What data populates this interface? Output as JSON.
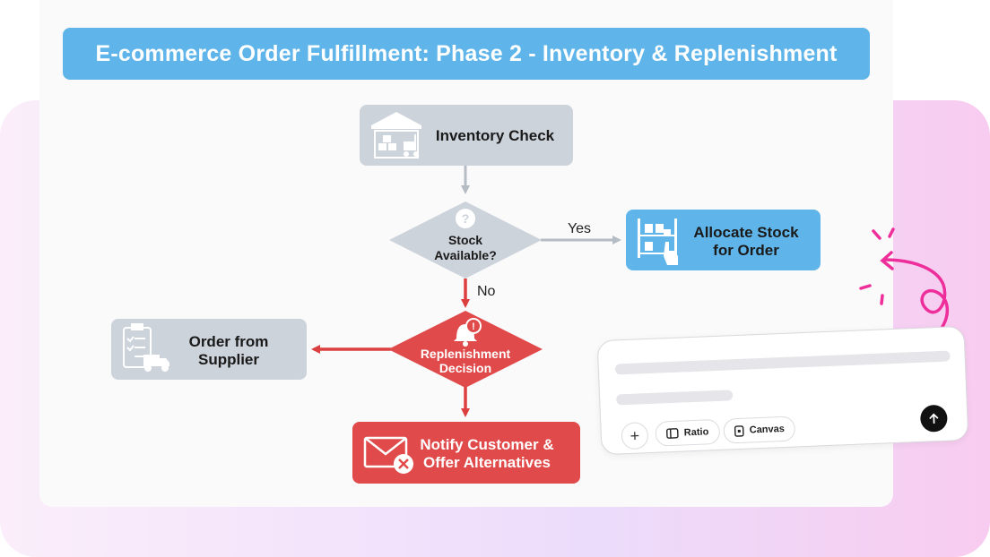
{
  "title": "E-commerce Order Fulfillment: Phase 2 - Inventory & Replenishment",
  "nodes": {
    "inventory_check": "Inventory Check",
    "decision_line1": "Stock",
    "decision_line2": "Available?",
    "allocate_line1": "Allocate Stock",
    "allocate_line2": "for Order",
    "replenish_line1": "Replenishment",
    "replenish_line2": "Decision",
    "order_line1": "Order from",
    "order_line2": "Supplier",
    "notify_line1": "Notify Customer &",
    "notify_line2": "Offer Alternatives"
  },
  "edges": {
    "yes": "Yes",
    "no": "No"
  },
  "prompt": {
    "ratio_label": "Ratio",
    "canvas_label": "Canvas",
    "plus_icon": "plus-icon",
    "send_icon": "arrow-up-icon"
  },
  "colors": {
    "title_bg": "#5fb5ea",
    "gray_node": "#cdd3da",
    "blue_node": "#5fb5ea",
    "red_node": "#e04a4a",
    "accent_pink": "#ee2e9a"
  }
}
